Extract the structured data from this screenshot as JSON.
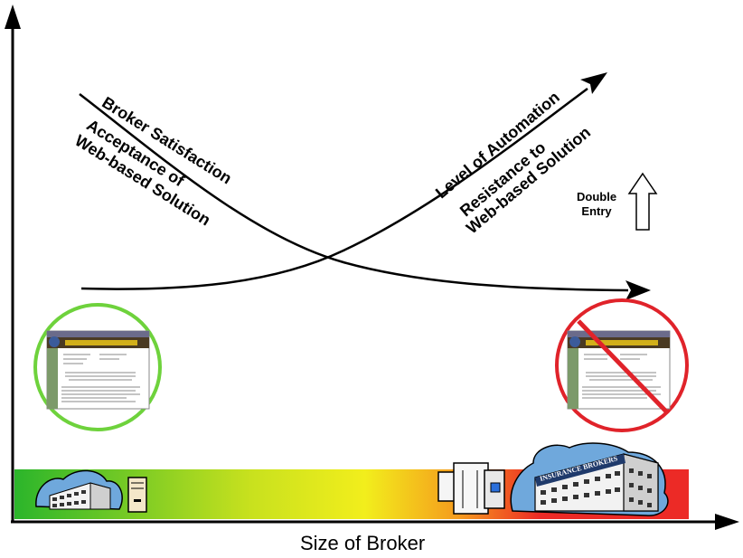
{
  "diagram": {
    "xlabel": "Size of Broker",
    "curve_down_labels": [
      "Broker Satisfaction",
      "Acceptance of",
      "Web-based Solution"
    ],
    "curve_up_labels": [
      "Level of Automation",
      "Resistance to",
      "Web-based Solution"
    ],
    "double_entry": [
      "Double",
      "Entry"
    ],
    "building_sign": "INSURANCE BROKERS",
    "colors": {
      "green": "#2bb52b",
      "yellow": "#f2ee1c",
      "orange": "#f59a1d",
      "red": "#ec2a26",
      "circle_green": "#6ed23c",
      "circle_red": "#e0232a"
    }
  }
}
